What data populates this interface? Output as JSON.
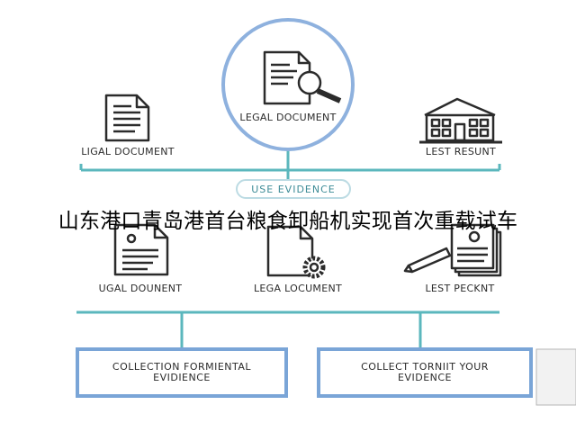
{
  "diagram": {
    "center_label": "LEGAL DOCUMENT",
    "top_left_label": "LIGAL DOCUMENT",
    "top_right_label": "LEST RESUNT",
    "pill_label": "USE EVIDENCE",
    "banner_text": "山东港口青岛港首台粮食卸船机实现首次重载试车",
    "mid_left_label": "UGAL DOUNENT",
    "mid_center_label": "LEGA LOCUMENT",
    "mid_right_label": "LEST PECKNT",
    "box_left_line1": "COLLECTION FORMIENTAL",
    "box_left_line2": "EVIDIENCE",
    "box_right_line1": "COLLECT TORNIIT YOUR",
    "box_right_line2": "EVIDENCE"
  },
  "colors": {
    "circle_border": "#8eb1de",
    "teal_connector": "#5bb7bd",
    "box_border": "#7aa5d7",
    "icon_stroke": "#2b2b2b"
  }
}
